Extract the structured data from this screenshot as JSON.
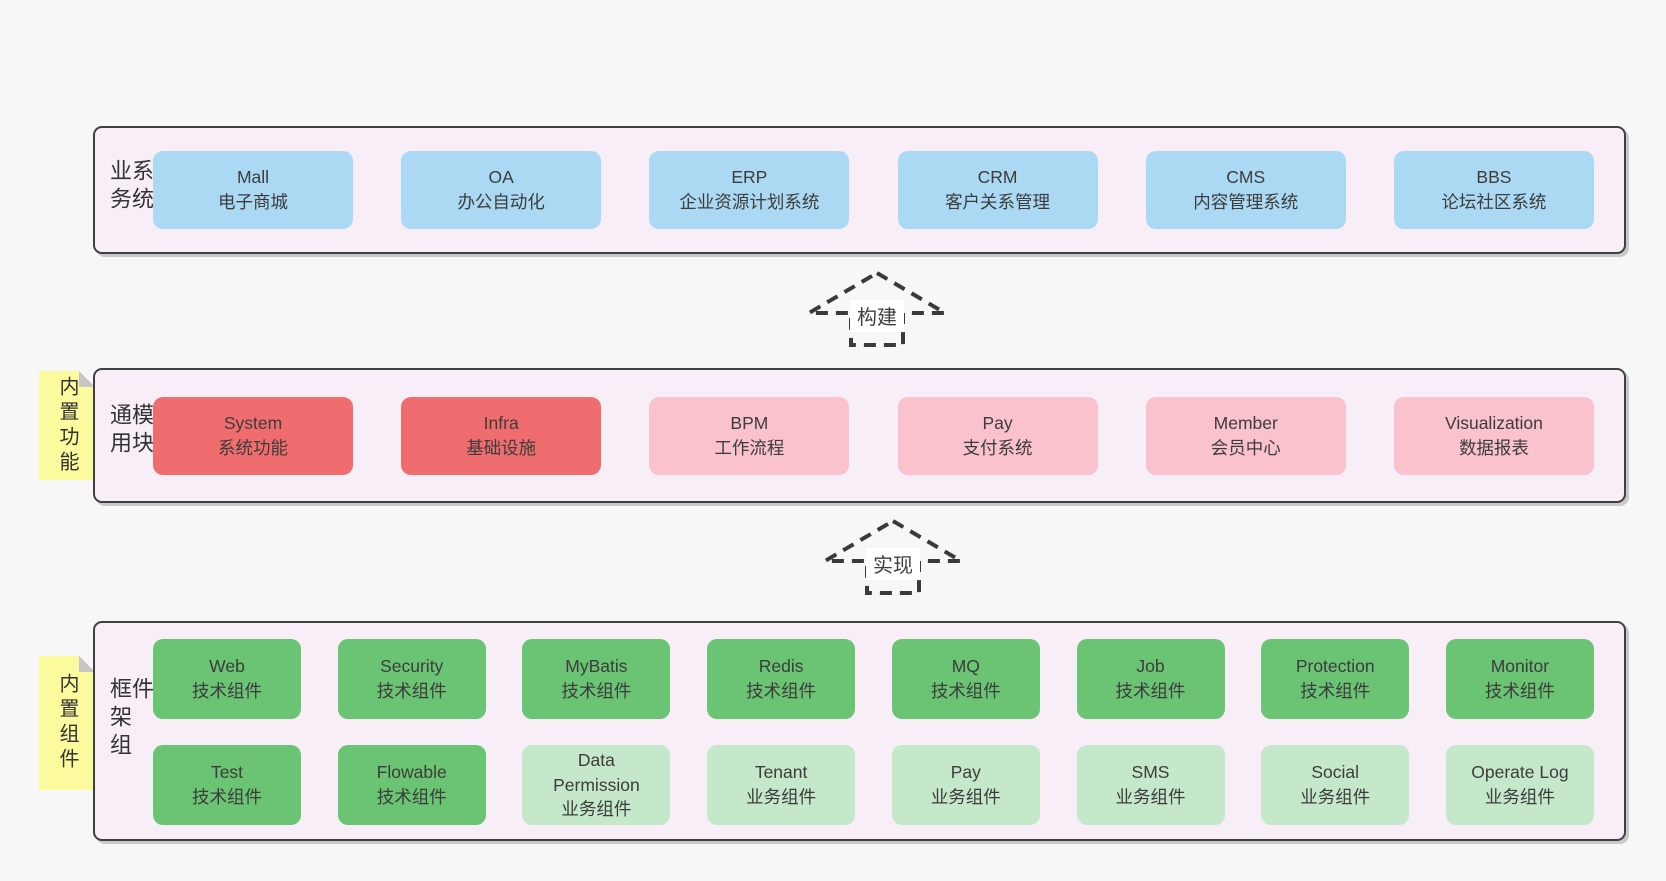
{
  "colors": {
    "page_bg": "#f7f7f7",
    "band_bg": "#f8eef8",
    "band_border": "#404040",
    "blue_box": "#abd9f3",
    "red_box": "#ef6d6e",
    "pink_box": "#f9c2cd",
    "green_box": "#6ac473",
    "light_green_box": "#c5e7ca",
    "sticky_yellow": "#fbfa9d"
  },
  "arrows": [
    {
      "label": "构建"
    },
    {
      "label": "实现"
    }
  ],
  "bands": [
    {
      "label": "业务系统",
      "boxes": [
        {
          "name": "Mall",
          "subtitle": "电子商城"
        },
        {
          "name": "OA",
          "subtitle": "办公自动化"
        },
        {
          "name": "ERP",
          "subtitle": "企业资源计划系统"
        },
        {
          "name": "CRM",
          "subtitle": "客户关系管理"
        },
        {
          "name": "CMS",
          "subtitle": "内容管理系统"
        },
        {
          "name": "BBS",
          "subtitle": "论坛社区系统"
        }
      ]
    },
    {
      "label": "通用模块",
      "sticky": "内置功能",
      "boxes": [
        {
          "name": "System",
          "subtitle": "系统功能"
        },
        {
          "name": "Infra",
          "subtitle": "基础设施"
        },
        {
          "name": "BPM",
          "subtitle": "工作流程"
        },
        {
          "name": "Pay",
          "subtitle": "支付系统"
        },
        {
          "name": "Member",
          "subtitle": "会员中心"
        },
        {
          "name": "Visualization",
          "subtitle": "数据报表"
        }
      ]
    },
    {
      "label": "框架组件",
      "sticky": "内置组件",
      "rows": [
        [
          {
            "name": "Web",
            "subtitle": "技术组件"
          },
          {
            "name": "Security",
            "subtitle": "技术组件"
          },
          {
            "name": "MyBatis",
            "subtitle": "技术组件"
          },
          {
            "name": "Redis",
            "subtitle": "技术组件"
          },
          {
            "name": "MQ",
            "subtitle": "技术组件"
          },
          {
            "name": "Job",
            "subtitle": "技术组件"
          },
          {
            "name": "Protection",
            "subtitle": "技术组件"
          },
          {
            "name": "Monitor",
            "subtitle": "技术组件"
          }
        ],
        [
          {
            "name": "Test",
            "subtitle": "技术组件"
          },
          {
            "name": "Flowable",
            "subtitle": "技术组件"
          },
          {
            "name": "Data Permission",
            "subtitle": "业务组件"
          },
          {
            "name": "Tenant",
            "subtitle": "业务组件"
          },
          {
            "name": "Pay",
            "subtitle": "业务组件"
          },
          {
            "name": "SMS",
            "subtitle": "业务组件"
          },
          {
            "name": "Social",
            "subtitle": "业务组件"
          },
          {
            "name": "Operate Log",
            "subtitle": "业务组件"
          }
        ]
      ]
    }
  ]
}
